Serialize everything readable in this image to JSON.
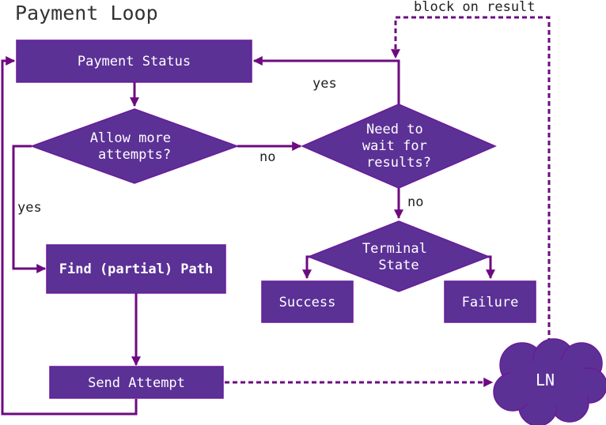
{
  "colors": {
    "node_fill": "#5b3196",
    "edge": "#6e0a80",
    "node_text": "#ffffff",
    "label_text": "#222222"
  },
  "diagram": {
    "title": "Payment Loop",
    "nodes": {
      "payment_status": "Payment Status",
      "allow_more": [
        "Allow more",
        "attempts?"
      ],
      "need_wait": [
        "Need to",
        "wait for",
        "results?"
      ],
      "terminal": [
        "Terminal",
        "State"
      ],
      "find_path": "Find (partial) Path",
      "success": "Success",
      "failure": "Failure",
      "send_attempt": "Send Attempt",
      "ln": "LN"
    },
    "edge_labels": {
      "block_on_result": "block on result",
      "yes_top": "yes",
      "no_right": "no",
      "yes_left": "yes",
      "no_down": "no"
    }
  }
}
